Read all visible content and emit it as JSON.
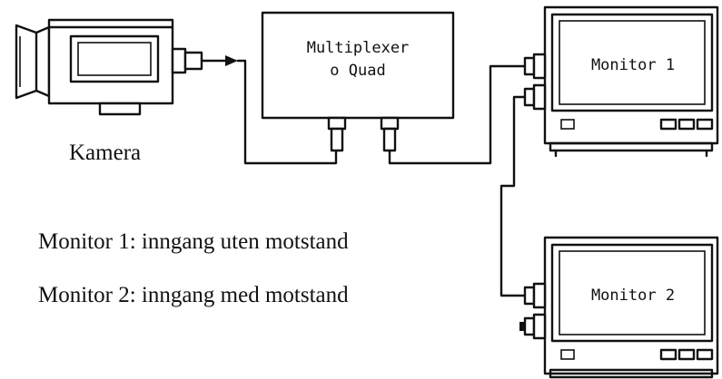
{
  "camera": {
    "label": "Kamera"
  },
  "multiplexer": {
    "label_line1": "Multiplexer",
    "label_line2": "o Quad"
  },
  "monitor1": {
    "label": "Monitor 1"
  },
  "monitor2": {
    "label": "Monitor 2"
  },
  "notes": [
    "Monitor 1: inngang uten motstand",
    "Monitor 2: inngang med motstand"
  ],
  "colors": {
    "ink": "#111111",
    "background": "#ffffff"
  }
}
